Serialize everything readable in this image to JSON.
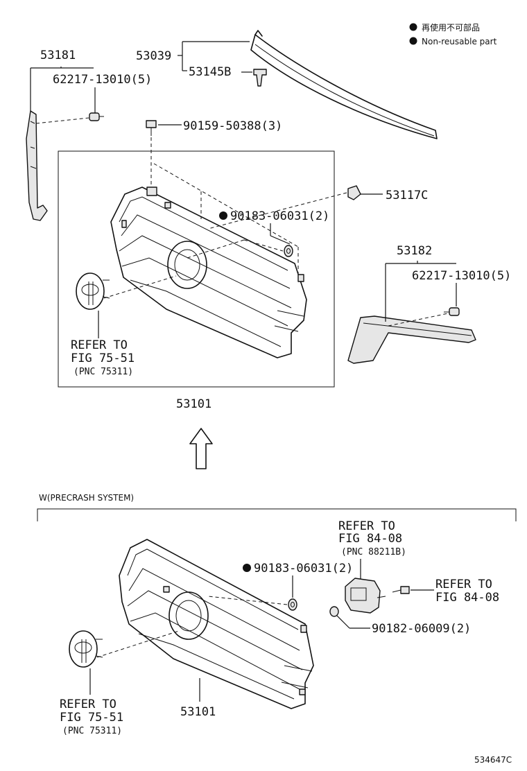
{
  "legend": {
    "non_reusable_ja": "再使用不可部品",
    "non_reusable_en": "Non-reusable part"
  },
  "upper": {
    "side_left": {
      "part": "53181",
      "clip": "62217-13010(5)"
    },
    "molding": {
      "part": "53039",
      "clip": "53145B"
    },
    "screw": "90159-50388(3)",
    "retainer": "53117C",
    "nut": "90183-06031(2)",
    "side_right": {
      "part": "53182",
      "clip": "62217-13010(5)"
    },
    "emblem_ref": {
      "line1": "REFER TO",
      "line2": "FIG 75-51",
      "line3": "(PNC 75311)"
    },
    "grille": "53101"
  },
  "lower": {
    "variant": "W(PRECRASH SYSTEM)",
    "sensor_ref": {
      "line1": "REFER TO",
      "line2": "FIG 84-08",
      "line3": "(PNC 88211B)"
    },
    "nut": "90183-06031(2)",
    "bolt_ref": {
      "line1": "REFER TO",
      "line2": "FIG 84-08"
    },
    "nut2": "90182-06009(2)",
    "emblem_ref": {
      "line1": "REFER TO",
      "line2": "FIG 75-51",
      "line3": "(PNC 75311)"
    },
    "grille": "53101"
  },
  "figure_id": "534647C"
}
